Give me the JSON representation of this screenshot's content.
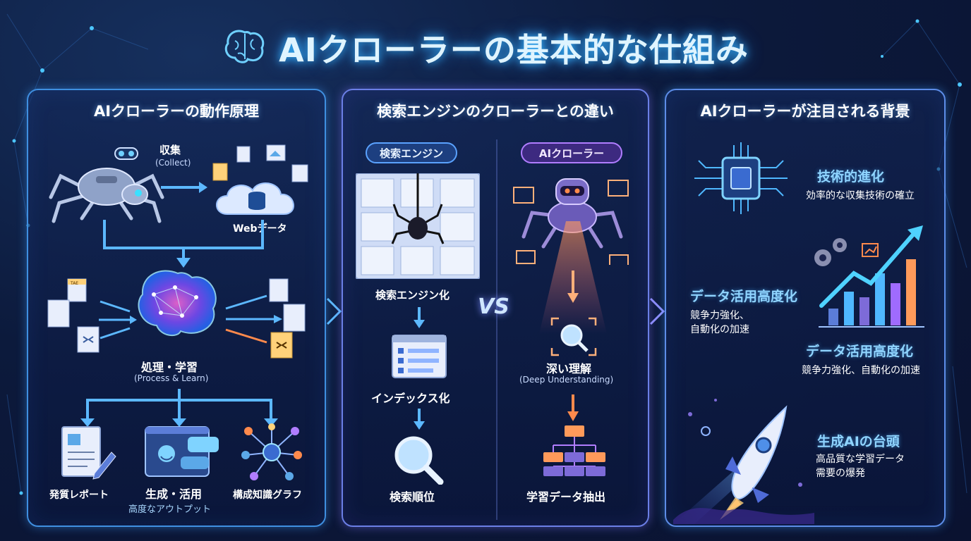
{
  "title": "AIクローラーの基本的な仕組み",
  "panels": {
    "left": {
      "title": "AIクローラーの動作原理",
      "collect": {
        "label": "収集",
        "sub": "(Collect)"
      },
      "webdata": "Webデータ",
      "process": {
        "label": "処理・学習",
        "sub": "(Process & Learn)"
      },
      "outputs": [
        {
          "label": "発質レポート",
          "sub": ""
        },
        {
          "label": "生成・活用",
          "sub": "高度なアウトプット"
        },
        {
          "label": "構成知識グラフ",
          "sub": ""
        }
      ],
      "doc_badge": "TAE"
    },
    "middle": {
      "title": "検索エンジンのクローラーとの違い",
      "search_pill": "検索エンジン",
      "ai_pill": "AIクローラー",
      "vs": "VS",
      "search_steps": [
        "検索エンジン化",
        "インデックス化",
        "検索順位"
      ],
      "ai_steps": [
        {
          "label": "深い理解",
          "sub": "(Deep Understanding)"
        },
        {
          "label": "学習データ抽出",
          "sub": ""
        }
      ]
    },
    "right": {
      "title": "AIクローラーが注目される背景",
      "items": [
        {
          "head": "技術的進化",
          "body": [
            "効率的な収集技術の確立"
          ]
        },
        {
          "head": "データ活用高度化",
          "body": [
            "競争力強化、",
            "自動化の加速"
          ]
        },
        {
          "head": "データ活用高度化",
          "body": [
            "競争力強化、自動化の加速"
          ]
        },
        {
          "head": "生成AIの台頭",
          "body": [
            "高品質な学習データ",
            "需要の爆発"
          ]
        }
      ]
    }
  },
  "colors": {
    "accent_blue": "#3f8fe0",
    "accent_purple": "#b07dff",
    "arrow_orange": "#ff8a4c",
    "text_cyan": "#8fd4ff",
    "bg_dark": "#0c1a3c"
  }
}
